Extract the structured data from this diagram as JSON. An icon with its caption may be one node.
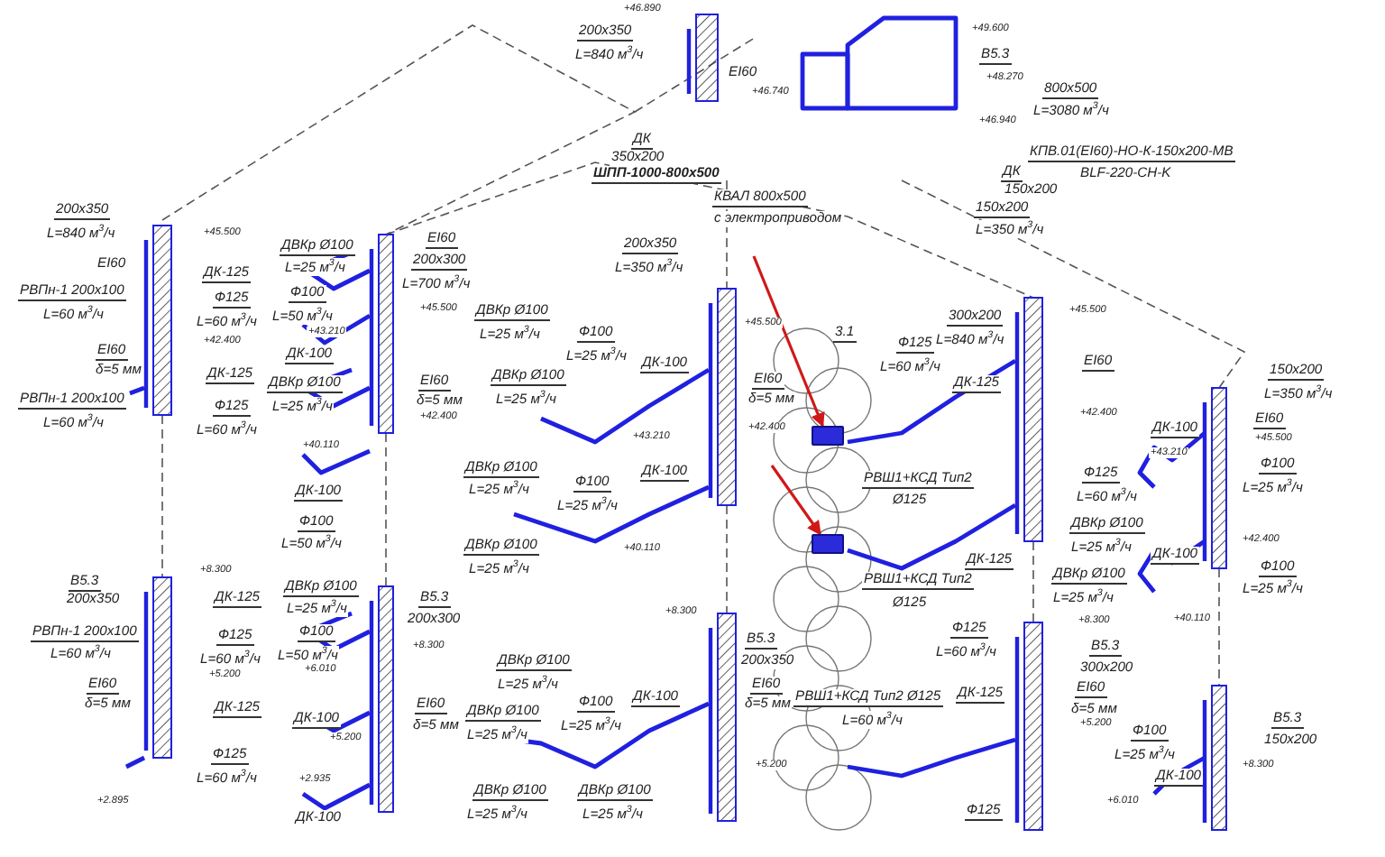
{
  "diagram": {
    "nodes": [
      {
        "text": [],
        "shape": "box"
      },
      {
        "text": [],
        "shape": "box"
      }
    ],
    "edges": [
      {
        "from": null,
        "to": 0,
        "arrow": "to"
      },
      {
        "from": null,
        "to": 1,
        "arrow": "to"
      }
    ],
    "labels": [
      "+46.890",
      "200x350",
      "L=840 м$^{3}$/ч",
      "EI60",
      "+46.740",
      "ДК",
      "350x200",
      "ШПП-1000-800x500",
      "КВАЛ 800x500",
      "с электроприводом",
      "+49.600",
      "В5.3",
      "+48.270",
      "800x500",
      "L=3080 м$^{3}$/ч",
      "+46.940",
      "КПВ.01(EI60)-НО-К-150x200-МВ",
      "BLF-220-CH-K",
      "ДК",
      "150x200",
      "150x200",
      "L=350 м$^{3}$/ч",
      "200x350",
      "L=840 м$^{3}$/ч",
      "+45.500",
      "EI60",
      "ДК-125",
      "РВПн-1 200x100",
      "L=60 м$^{3}$/ч",
      "Ф125",
      "L=60 м$^{3}$/ч",
      "+42.400",
      "EI60",
      "δ=5 мм",
      "ДК-125",
      "РВПн-1 200x100",
      "L=60 м$^{3}$/ч",
      "Ф125",
      "L=60 м$^{3}$/ч",
      "ДВКр Ø100",
      "L=25 м$^{3}$/ч",
      "EI60",
      "200x300",
      "L=700 м$^{3}$/ч",
      "Ф100",
      "L=50 м$^{3}$/ч",
      "+45.500",
      "+43.210",
      "ДК-100",
      "ДВКр Ø100",
      "L=25 м$^{3}$/ч",
      "EI60",
      "δ=5 мм",
      "+42.400",
      "+40.110",
      "ДК-100",
      "Ф100",
      "L=50 м$^{3}$/ч",
      "200x350",
      "L=350 м$^{3}$/ч",
      "ДВКр Ø100",
      "L=25 м$^{3}$/ч",
      "+45.500",
      "Ф100",
      "L=25 м$^{3}$/ч",
      "ДК-100",
      "ДВКр Ø100",
      "L=25 м$^{3}$/ч",
      "EI60",
      "δ=5 мм",
      "+42.400",
      "+43.210",
      "ДВКр Ø100",
      "L=25 м$^{3}$/ч",
      "ДК-100",
      "Ф100",
      "L=25 м$^{3}$/ч",
      "ДВКр Ø100",
      "L=25 м$^{3}$/ч",
      "+40.110",
      "3.1",
      "Ф125",
      "L=60 м$^{3}$/ч",
      "РВШ1+КСД Тип2",
      "Ø125",
      "РВШ1+КСД Тип2",
      "Ø125",
      "300x200",
      "L=840 м$^{3}$/ч",
      "+45.500",
      "EI60",
      "ДК-125",
      "+42.400",
      "Ф125",
      "L=60 м$^{3}$/ч",
      "ДВКр Ø100",
      "L=25 м$^{3}$/ч",
      "ДК-125",
      "ДВКр Ø100",
      "L=25 м$^{3}$/ч",
      "150x200",
      "L=350 м$^{3}$/ч",
      "EI60",
      "+45.500",
      "ДК-100",
      "+43.210",
      "Ф100",
      "L=25 м$^{3}$/ч",
      "+42.400",
      "ДК-100",
      "Ф100",
      "L=25 м$^{3}$/ч",
      "+40.110",
      "В5.3",
      "200x350",
      "+8.300",
      "ДК-125",
      "РВПн-1 200x100",
      "L=60 м$^{3}$/ч",
      "Ф125",
      "L=60 м$^{3}$/ч",
      "+5.200",
      "EI60",
      "δ=5 мм",
      "ДК-125",
      "Ф125",
      "L=60 м$^{3}$/ч",
      "+2.895",
      "ДВКр Ø100",
      "L=25 м$^{3}$/ч",
      "В5.3",
      "200x300",
      "Ф100",
      "L=50 м$^{3}$/ч",
      "+8.300",
      "+6.010",
      "EI60",
      "δ=5 мм",
      "ДК-100",
      "+5.200",
      "+2.935",
      "ДК-100",
      "ДВКр Ø100",
      "L=25 м$^{3}$/ч",
      "+8.300",
      "В5.3",
      "200x350",
      "ДК-100",
      "EI60",
      "δ=5 мм",
      "ДВКр Ø100",
      "L=25 м$^{3}$/ч",
      "Ф100",
      "L=25 м$^{3}$/ч",
      "+5.200",
      "ДВКр Ø100",
      "L=25 м$^{3}$/ч",
      "ДВКр Ø100",
      "L=25 м$^{3}$/ч",
      "РВШ1+КСД Тип2 Ø125",
      "L=60 м$^{3}$/ч",
      "Ф125",
      "L=60 м$^{3}$/ч",
      "+8.300",
      "В5.3",
      "300x200",
      "EI60",
      "ДК-125",
      "δ=5 мм",
      "+5.200",
      "Ф125",
      "В5.3",
      "150x200",
      "Ф100",
      "L=25 м$^{3}$/ч",
      "+8.300",
      "ДК-100",
      "+6.010"
    ]
  }
}
